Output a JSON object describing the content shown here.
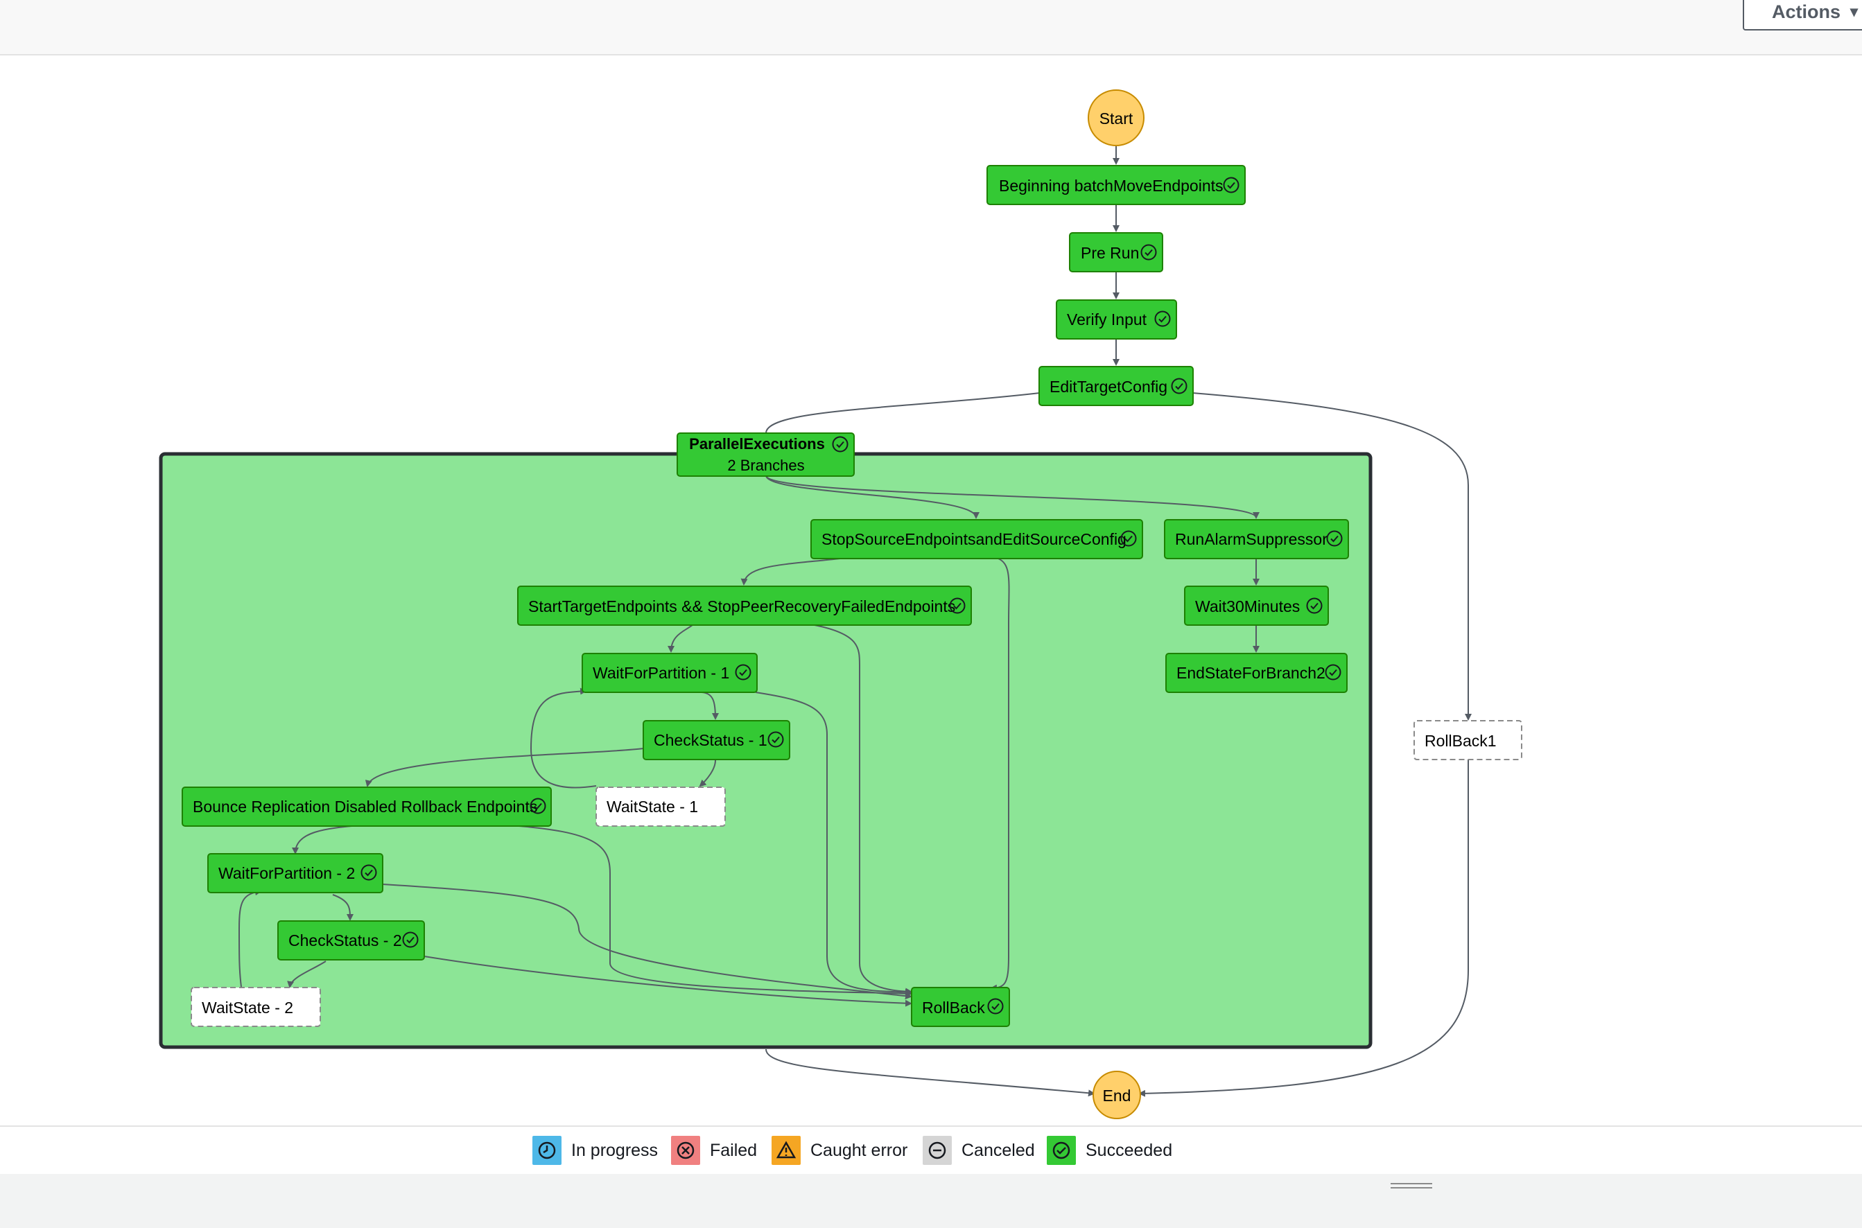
{
  "header": {
    "actions_label": "Actions"
  },
  "diagram": {
    "start_label": "Start",
    "end_label": "End",
    "states": {
      "beginning": "Beginning batchMoveEndpoints",
      "pre_run": "Pre Run",
      "verify_input": "Verify Input",
      "edit_target_config": "EditTargetConfig",
      "parallel_title": "ParallelExecutions",
      "parallel_subtitle": "2 Branches",
      "stop_source": "StopSourceEndpointsandEditSourceConfig",
      "run_alarm": "RunAlarmSuppressor",
      "wait30": "Wait30Minutes",
      "end_branch2": "EndStateForBranch2",
      "start_target": "StartTargetEndpoints && StopPeerRecoveryFailedEndpoints",
      "wait_partition_1": "WaitForPartition - 1",
      "check_status_1": "CheckStatus - 1",
      "wait_state_1": "WaitState - 1",
      "bounce": "Bounce Replication Disabled Rollback Endpoints",
      "wait_partition_2": "WaitForPartition - 2",
      "check_status_2": "CheckStatus - 2",
      "wait_state_2": "WaitState - 2",
      "rollback": "RollBack",
      "rollback1": "RollBack1"
    },
    "colors": {
      "succeeded": "#34c934",
      "succeeded_border": "#1d8102",
      "parallel_bg": "#8ce596",
      "terminal": "#ffd06b",
      "edge": "#545b64"
    }
  },
  "legend": {
    "items": [
      {
        "label": "In progress",
        "color": "#4eb8e8",
        "icon": "clock-icon"
      },
      {
        "label": "Failed",
        "color": "#f08080",
        "icon": "x-circle-icon"
      },
      {
        "label": "Caught error",
        "color": "#f5a623",
        "icon": "warning-icon"
      },
      {
        "label": "Canceled",
        "color": "#d5d5d5",
        "icon": "minus-circle-icon"
      },
      {
        "label": "Succeeded",
        "color": "#34c934",
        "icon": "check-circle-icon"
      }
    ]
  }
}
